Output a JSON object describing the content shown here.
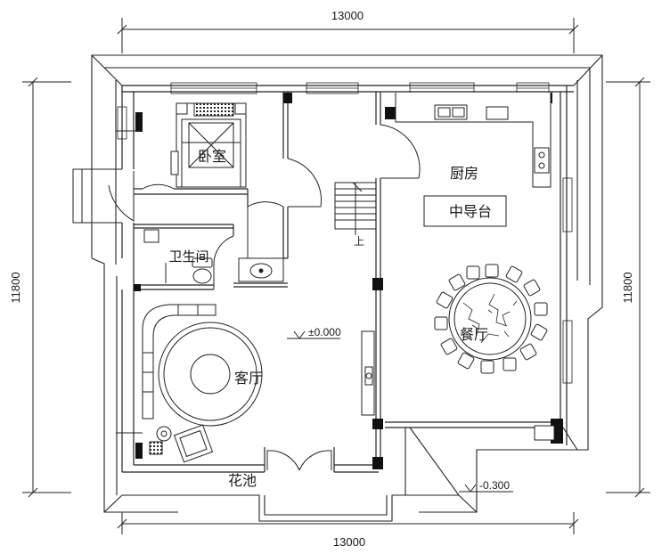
{
  "dimensions": {
    "top_width": "13000",
    "bottom_width": "13000",
    "left_height": "11800",
    "right_height": "11800"
  },
  "rooms": {
    "bedroom": "卧室",
    "bathroom": "卫生间",
    "kitchen": "厨房",
    "kitchen_island": "中导台",
    "dining": "餐厅",
    "living": "客厅",
    "flower_bed": "花池"
  },
  "stair_label": "上",
  "elevations": {
    "indoor": "±0.000",
    "outdoor": "-0.300"
  }
}
